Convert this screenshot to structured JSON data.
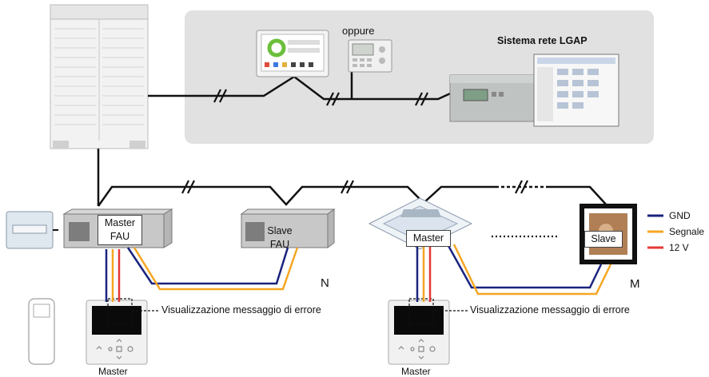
{
  "network": {
    "oppure_label": "oppure",
    "lgap_label": "Sistema rete LGAP"
  },
  "units": {
    "fau_master_line1": "Master",
    "fau_master_line2": "FAU",
    "fau_slave_line1": "Slave",
    "fau_slave_line2": "FAU",
    "cassette_master": "Master",
    "frame_slave": "Slave",
    "group_n": "N",
    "group_m": "M"
  },
  "legend": {
    "items": [
      {
        "label": "GND",
        "color": "#1a237e"
      },
      {
        "label": "Segnale",
        "color": "#f5a623"
      },
      {
        "label": "12 V",
        "color": "#e53935"
      }
    ]
  },
  "controllers": {
    "left_error_label": "Visualizzazione messaggio di errore",
    "right_error_label": "Visualizzazione messaggio di errore",
    "left_caption": "Master",
    "right_caption": "Master"
  },
  "colors": {
    "panel_bg": "#e1e1e1",
    "gnd": "#1a237e",
    "signal": "#f5a623",
    "v12": "#e53935"
  }
}
